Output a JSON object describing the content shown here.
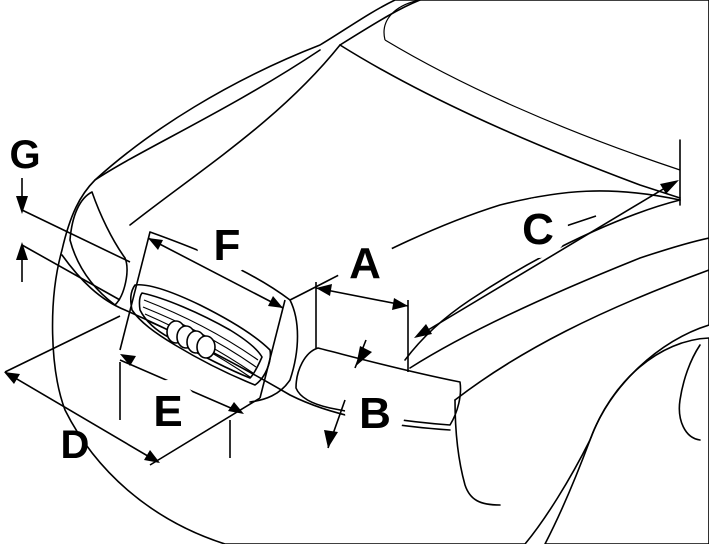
{
  "diagram": {
    "colors": {
      "body": "#a6f59a",
      "lamp_dark": "#6e6e6e",
      "lamp_light": "#dcdcdc",
      "line": "#000000"
    },
    "labels": {
      "A": "A",
      "B": "B",
      "C": "C",
      "D": "D",
      "E": "E",
      "F": "F",
      "G": "G"
    }
  }
}
